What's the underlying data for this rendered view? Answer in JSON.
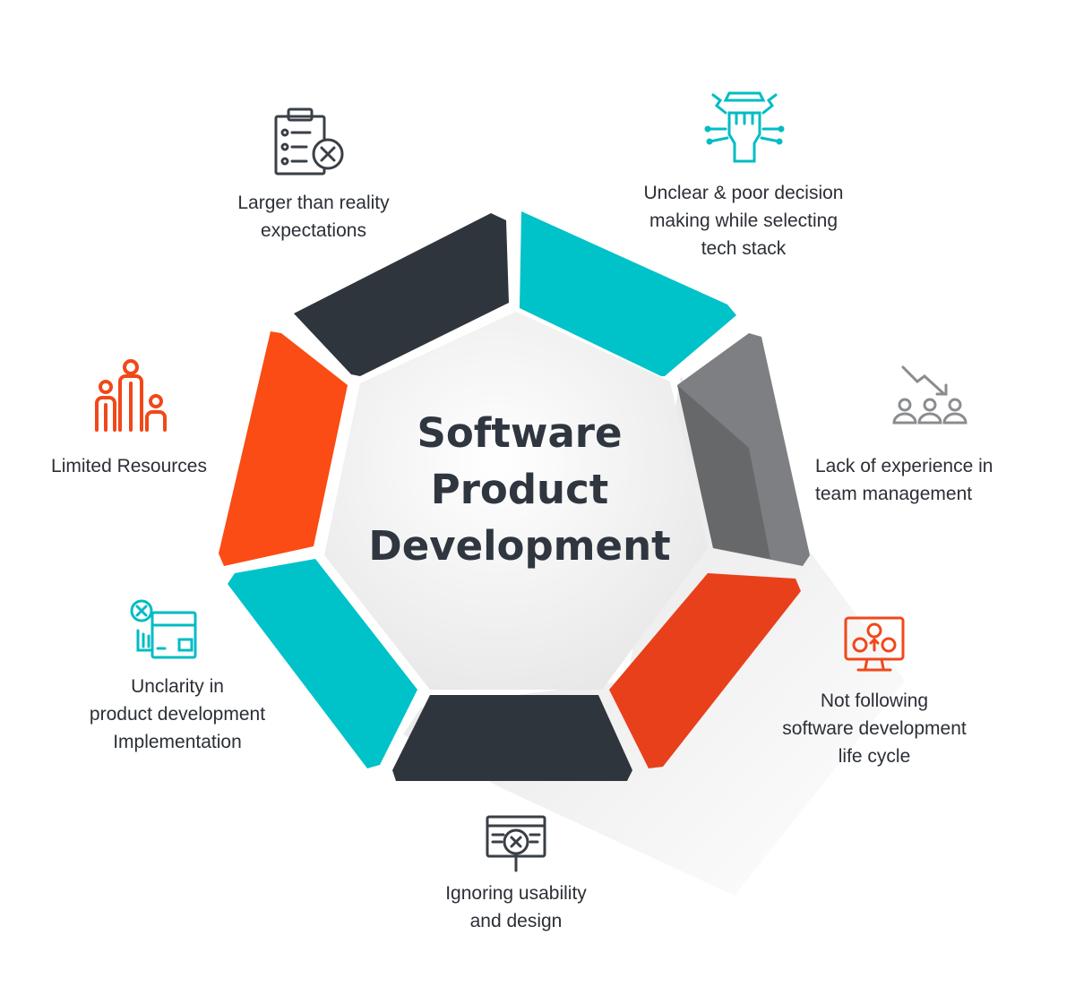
{
  "title": [
    "Software",
    "Product",
    "Development"
  ],
  "colors": {
    "dark": "#2f353d",
    "teal": "#00c2c9",
    "orange": "#fa4c14",
    "gray": "#7d7f82",
    "orange_alt": "#e8401b"
  },
  "items": [
    {
      "lines": [
        "Larger than reality",
        "expectations"
      ],
      "icon": "clipboard-cancel-icon"
    },
    {
      "lines": [
        "Unclear & poor decision",
        "making while selecting",
        "tech stack"
      ],
      "icon": "fist-wrench-circuit-icon"
    },
    {
      "lines": [
        "Lack of experience in",
        "team management"
      ],
      "icon": "team-decline-icon"
    },
    {
      "lines": [
        "Not following",
        "software development",
        "life cycle"
      ],
      "icon": "monitor-gears-icon"
    },
    {
      "lines": [
        "Ignoring usability",
        "and design"
      ],
      "icon": "browser-magnifier-icon"
    },
    {
      "lines": [
        "Unclarity in",
        "product development",
        "Implementation"
      ],
      "icon": "hand-gear-box-icon"
    },
    {
      "lines": [
        "Limited Resources"
      ],
      "icon": "resource-bars-icon"
    }
  ]
}
